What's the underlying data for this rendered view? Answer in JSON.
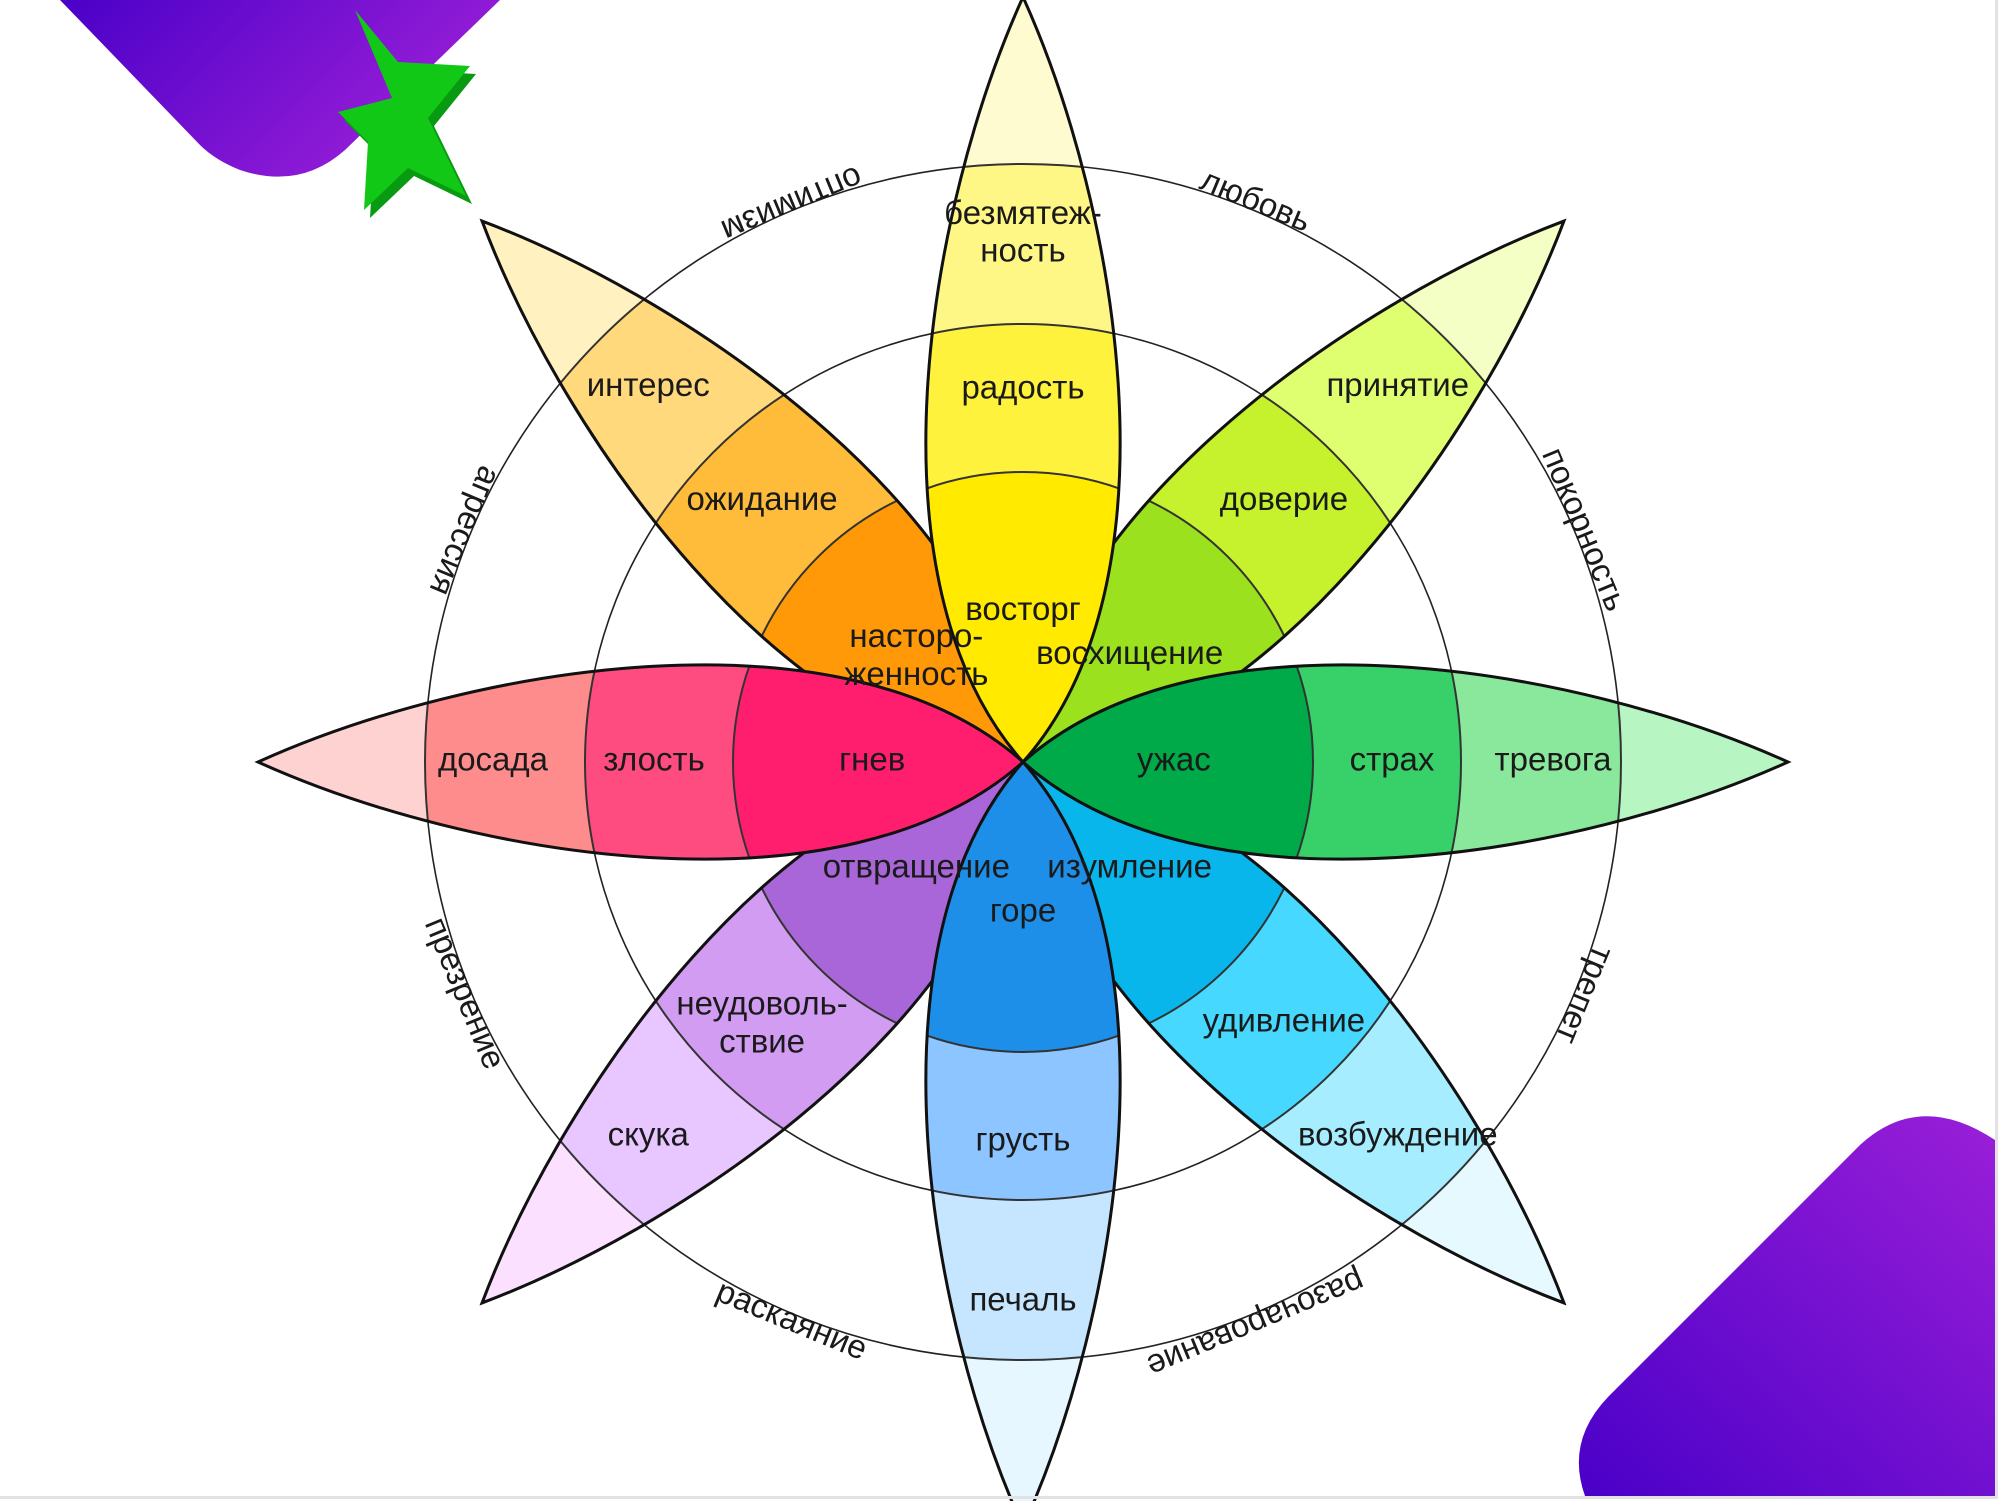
{
  "colors": {
    "deco_purple_a": "#4a00c8",
    "deco_purple_b": "#9a1fd8",
    "star_green": "#11c817",
    "star_green_dark": "#089a10",
    "ring_stroke": "#222222",
    "petal_stroke": "#111111"
  },
  "icons": {
    "star": "star-icon"
  },
  "petals": [
    {
      "name": "joy",
      "labels": [
        "безмятеж-|ность",
        "радость",
        "восторг"
      ],
      "colors": [
        "#fffbd0",
        "#fff785",
        "#fff23c",
        "#ffea00"
      ]
    },
    {
      "name": "trust",
      "labels": [
        "принятие",
        "доверие",
        "восхищение"
      ],
      "colors": [
        "#f4ffc6",
        "#e0ff70",
        "#c6f22d",
        "#9be11d"
      ]
    },
    {
      "name": "fear",
      "labels": [
        "тревога",
        "страх",
        "ужас"
      ],
      "colors": [
        "#b7f5c2",
        "#8ae89c",
        "#38d068",
        "#00aa48"
      ]
    },
    {
      "name": "surprise",
      "labels": [
        "возбуждение",
        "удивление",
        "изумление"
      ],
      "colors": [
        "#e5f9ff",
        "#a6eeff",
        "#46d8ff",
        "#08b6ec"
      ]
    },
    {
      "name": "sadness",
      "labels": [
        "печаль",
        "грусть",
        "горе"
      ],
      "colors": [
        "#e7f7ff",
        "#c6e6ff",
        "#8cc5ff",
        "#1d8fe8"
      ]
    },
    {
      "name": "disgust",
      "labels": [
        "скука",
        "неудоволь-|ствие",
        "отвращение"
      ],
      "colors": [
        "#fce0ff",
        "#e8c6ff",
        "#d19cf2",
        "#a866d8"
      ]
    },
    {
      "name": "anger",
      "labels": [
        "досада",
        "злость",
        "гнев"
      ],
      "colors": [
        "#ffd2d2",
        "#ff8c8c",
        "#ff4c80",
        "#ff1e6e"
      ]
    },
    {
      "name": "anticipation",
      "labels": [
        "интерес",
        "ожидание",
        "насторо-|женность"
      ],
      "colors": [
        "#fff2c0",
        "#ffd97c",
        "#ffbb3a",
        "#ff9908"
      ]
    }
  ],
  "dyads": [
    "любовь",
    "покорность",
    "трепет",
    "разочарование",
    "раскаяние",
    "презрение",
    "агрессия",
    "оптимизм"
  ]
}
